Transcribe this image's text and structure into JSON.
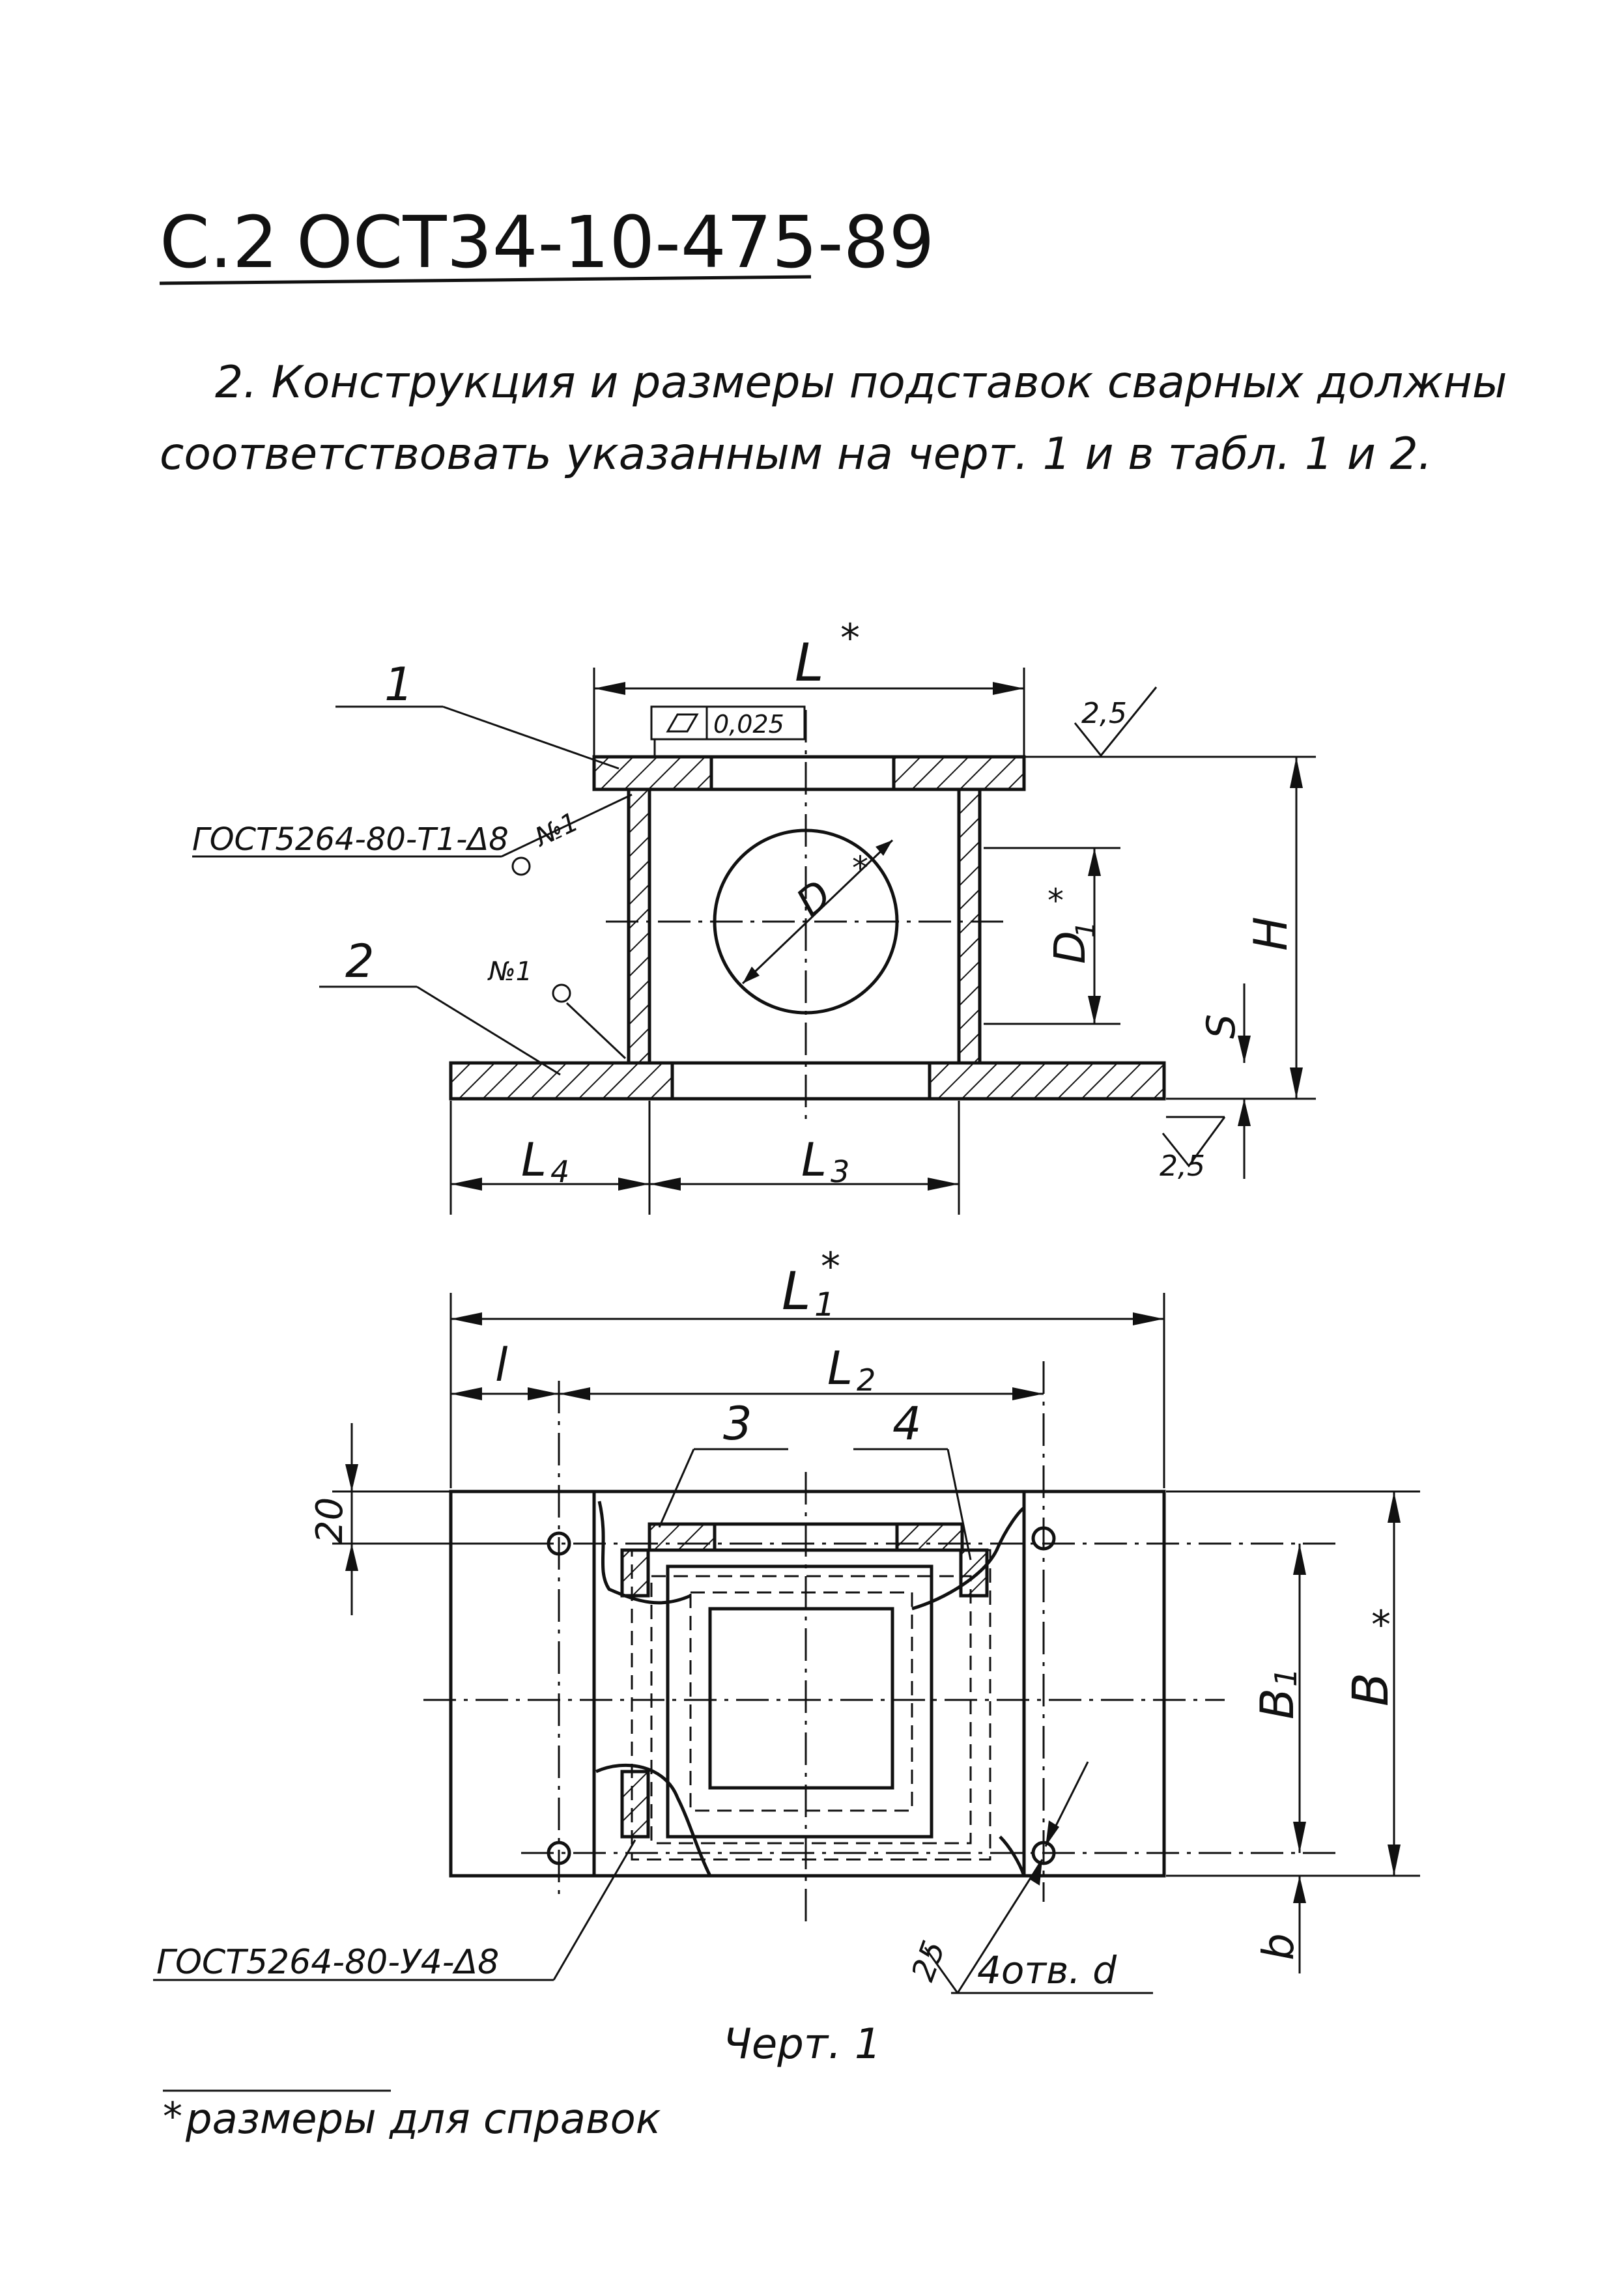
{
  "header": {
    "page": "С.2",
    "standard": "ОСТ34-10-475-89"
  },
  "intro": {
    "line1": "2. Конструкция   и  размеры   подставок   сварных   должны",
    "line2": "соответствовать   указанным   на  черт. 1 и в табл. 1 и 2."
  },
  "drawing": {
    "callouts": {
      "part1": "1",
      "part2": "2",
      "part3": "3",
      "part4": "4"
    },
    "welds": {
      "weld_top": "ГОСТ5264-80-Т1-Δ8",
      "weld_bottom": "ГОСТ5264-80-У4-Δ8",
      "weld_no1_a": "№1",
      "weld_no1_b": "№1"
    },
    "tolerance": {
      "value": "0,025"
    },
    "roughness": {
      "top": "2,5",
      "bottom": "2,5"
    },
    "dimensions": {
      "L": "L",
      "D": "D",
      "D1": "D",
      "D1_sub": "1",
      "H": "H",
      "S": "S",
      "L3": "L",
      "L3_sub": "3",
      "L4": "L",
      "L4_sub": "4",
      "L1": "L",
      "L1_sub": "1",
      "l": "l",
      "L2": "L",
      "L2_sub": "2",
      "dim20": "20",
      "B1": "B",
      "B1_sub": "1",
      "B": "B",
      "b": "b",
      "dim25": "25",
      "holes": "4отв. d",
      "star": "*"
    },
    "caption": "Черт. 1"
  },
  "footnote": {
    "star": "*",
    "text": "размеры  для  справок"
  }
}
